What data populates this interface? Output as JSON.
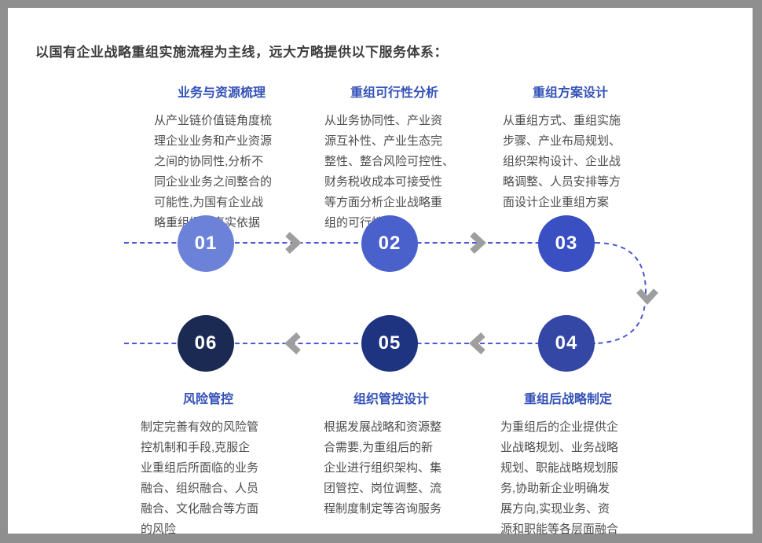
{
  "page": {
    "title": "以国有企业战略重组实施流程为主线，远大方略提供以下服务体系："
  },
  "colors": {
    "header_blue": "#3451b8",
    "body_text": "#4d4d4d",
    "dashed_line": "#4a5ad0",
    "chevron_gray": "#9e9e9e",
    "frame_gray": "#8f8f8f"
  },
  "steps": [
    {
      "number": "01",
      "title": "业务与资源梳理",
      "description": "从产业链价值链角度梳\n理企业业务和产业资源\n之间的协同性,分析不\n同企业业务之间整合的\n可能性,为国有企业战\n略重组提供事实依据",
      "circle_color": "#6c82d8"
    },
    {
      "number": "02",
      "title": "重组可行性分析",
      "description": "从业务协同性、产业资\n源互补性、产业生态完\n整性、整合风险可控性、\n财务税收成本可接受性\n等方面分析企业战略重\n组的可行性",
      "circle_color": "#4a61cb"
    },
    {
      "number": "03",
      "title": "重组方案设计",
      "description": "从重组方式、重组实施\n步骤、产业布局规划、\n组织架构设计、企业战\n略调整、人员安排等方\n面设计企业重组方案",
      "circle_color": "#3a50c2"
    },
    {
      "number": "04",
      "title": "重组后战略制定",
      "description": "为重组后的企业提供企\n业战略规划、业务战略\n规划、职能战略规划服\n务,协助新企业明确发\n展方向,实现业务、资\n源和职能等各层面融合",
      "circle_color": "#3447a5"
    },
    {
      "number": "05",
      "title": "组织管控设计",
      "description": "根据发展战略和资源整\n合需要,为重组后的新\n企业进行组织架构、集\n团管控、岗位调整、流\n程制度制定等咨询服务",
      "circle_color": "#1f3480"
    },
    {
      "number": "06",
      "title": "风险管控",
      "description": "制定完善有效的风险管\n控机制和手段,克服企\n业重组后所面临的业务\n融合、组织融合、人员\n融合、文化融合等方面\n的风险",
      "circle_color": "#1b2a52"
    }
  ]
}
